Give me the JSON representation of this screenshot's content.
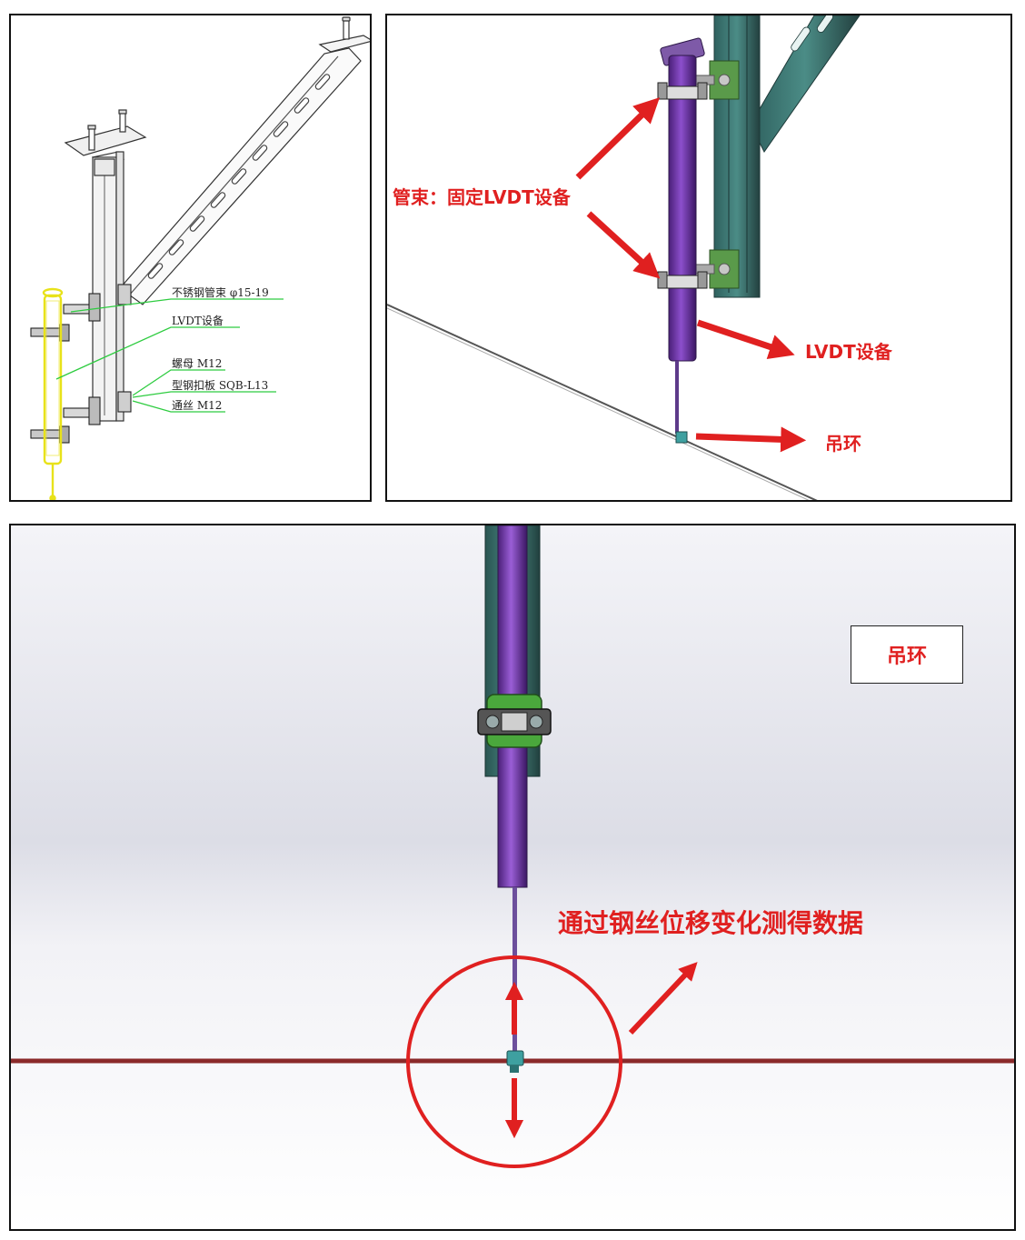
{
  "panel_left": {
    "callouts": [
      {
        "id": "clamp",
        "text": "不锈钢管束 φ15-19"
      },
      {
        "id": "lvdt",
        "text": "LVDT设备"
      },
      {
        "id": "nut",
        "text": "螺母 M12"
      },
      {
        "id": "plate",
        "text": "型钢扣板 SQB-L13"
      },
      {
        "id": "rod",
        "text": "通丝 M12"
      }
    ]
  },
  "panel_right": {
    "labels": {
      "clamp": "管束：固定LVDT设备",
      "lvdt": "LVDT设备",
      "hook": "吊环"
    }
  },
  "panel_bottom": {
    "hook_box": "吊环",
    "caption": "通过钢丝位移变化测得数据"
  },
  "colors": {
    "annotation_red": "#e02020",
    "lvdt_purple": "#7b3fb5",
    "leader_green": "#2ecc40",
    "highlight_yellow": "#f2ee2a",
    "beam_teal": "#3d7f7a",
    "ground_line": "#8b2a2a"
  }
}
